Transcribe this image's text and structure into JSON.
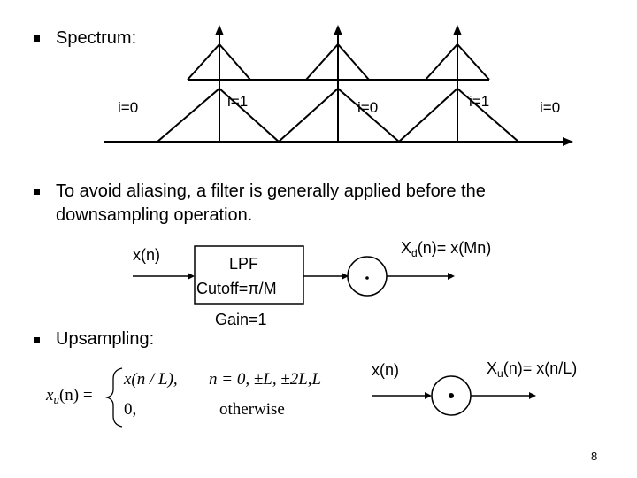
{
  "bullets": {
    "spectrum": "Spectrum:",
    "aliasing_line1": "To avoid aliasing, a filter is generally applied before the",
    "aliasing_line2": "downsampling operation.",
    "upsampling": "Upsampling:"
  },
  "spectrum_labels": {
    "i0_left": "i=0",
    "i1_left": "i=1",
    "i0_mid": "i=0",
    "i1_right": "i=1",
    "i0_right": "i=0"
  },
  "downsample_diagram": {
    "input": "x(n)",
    "lpf_line1": "LPF",
    "lpf_cutoff": "Cutoff=π/M",
    "lpf_gain": "Gain=1",
    "output_prefix": "X",
    "output_sub": "d",
    "output_suffix": "(n)= x(Mn)"
  },
  "upsample_diagram": {
    "input": "x(n)",
    "output_prefix": "X",
    "output_sub": "u",
    "output_suffix": "(n)= x(n/L)"
  },
  "equation": {
    "lhs": "x",
    "lhs_sub": "u",
    "lhs_arg": "(n) =",
    "case1_expr": "x(n / L),",
    "case1_cond": "n = 0, ±L, ±2L,L",
    "case2_expr": "0,",
    "case2_cond": "otherwise"
  },
  "page_number": "8"
}
